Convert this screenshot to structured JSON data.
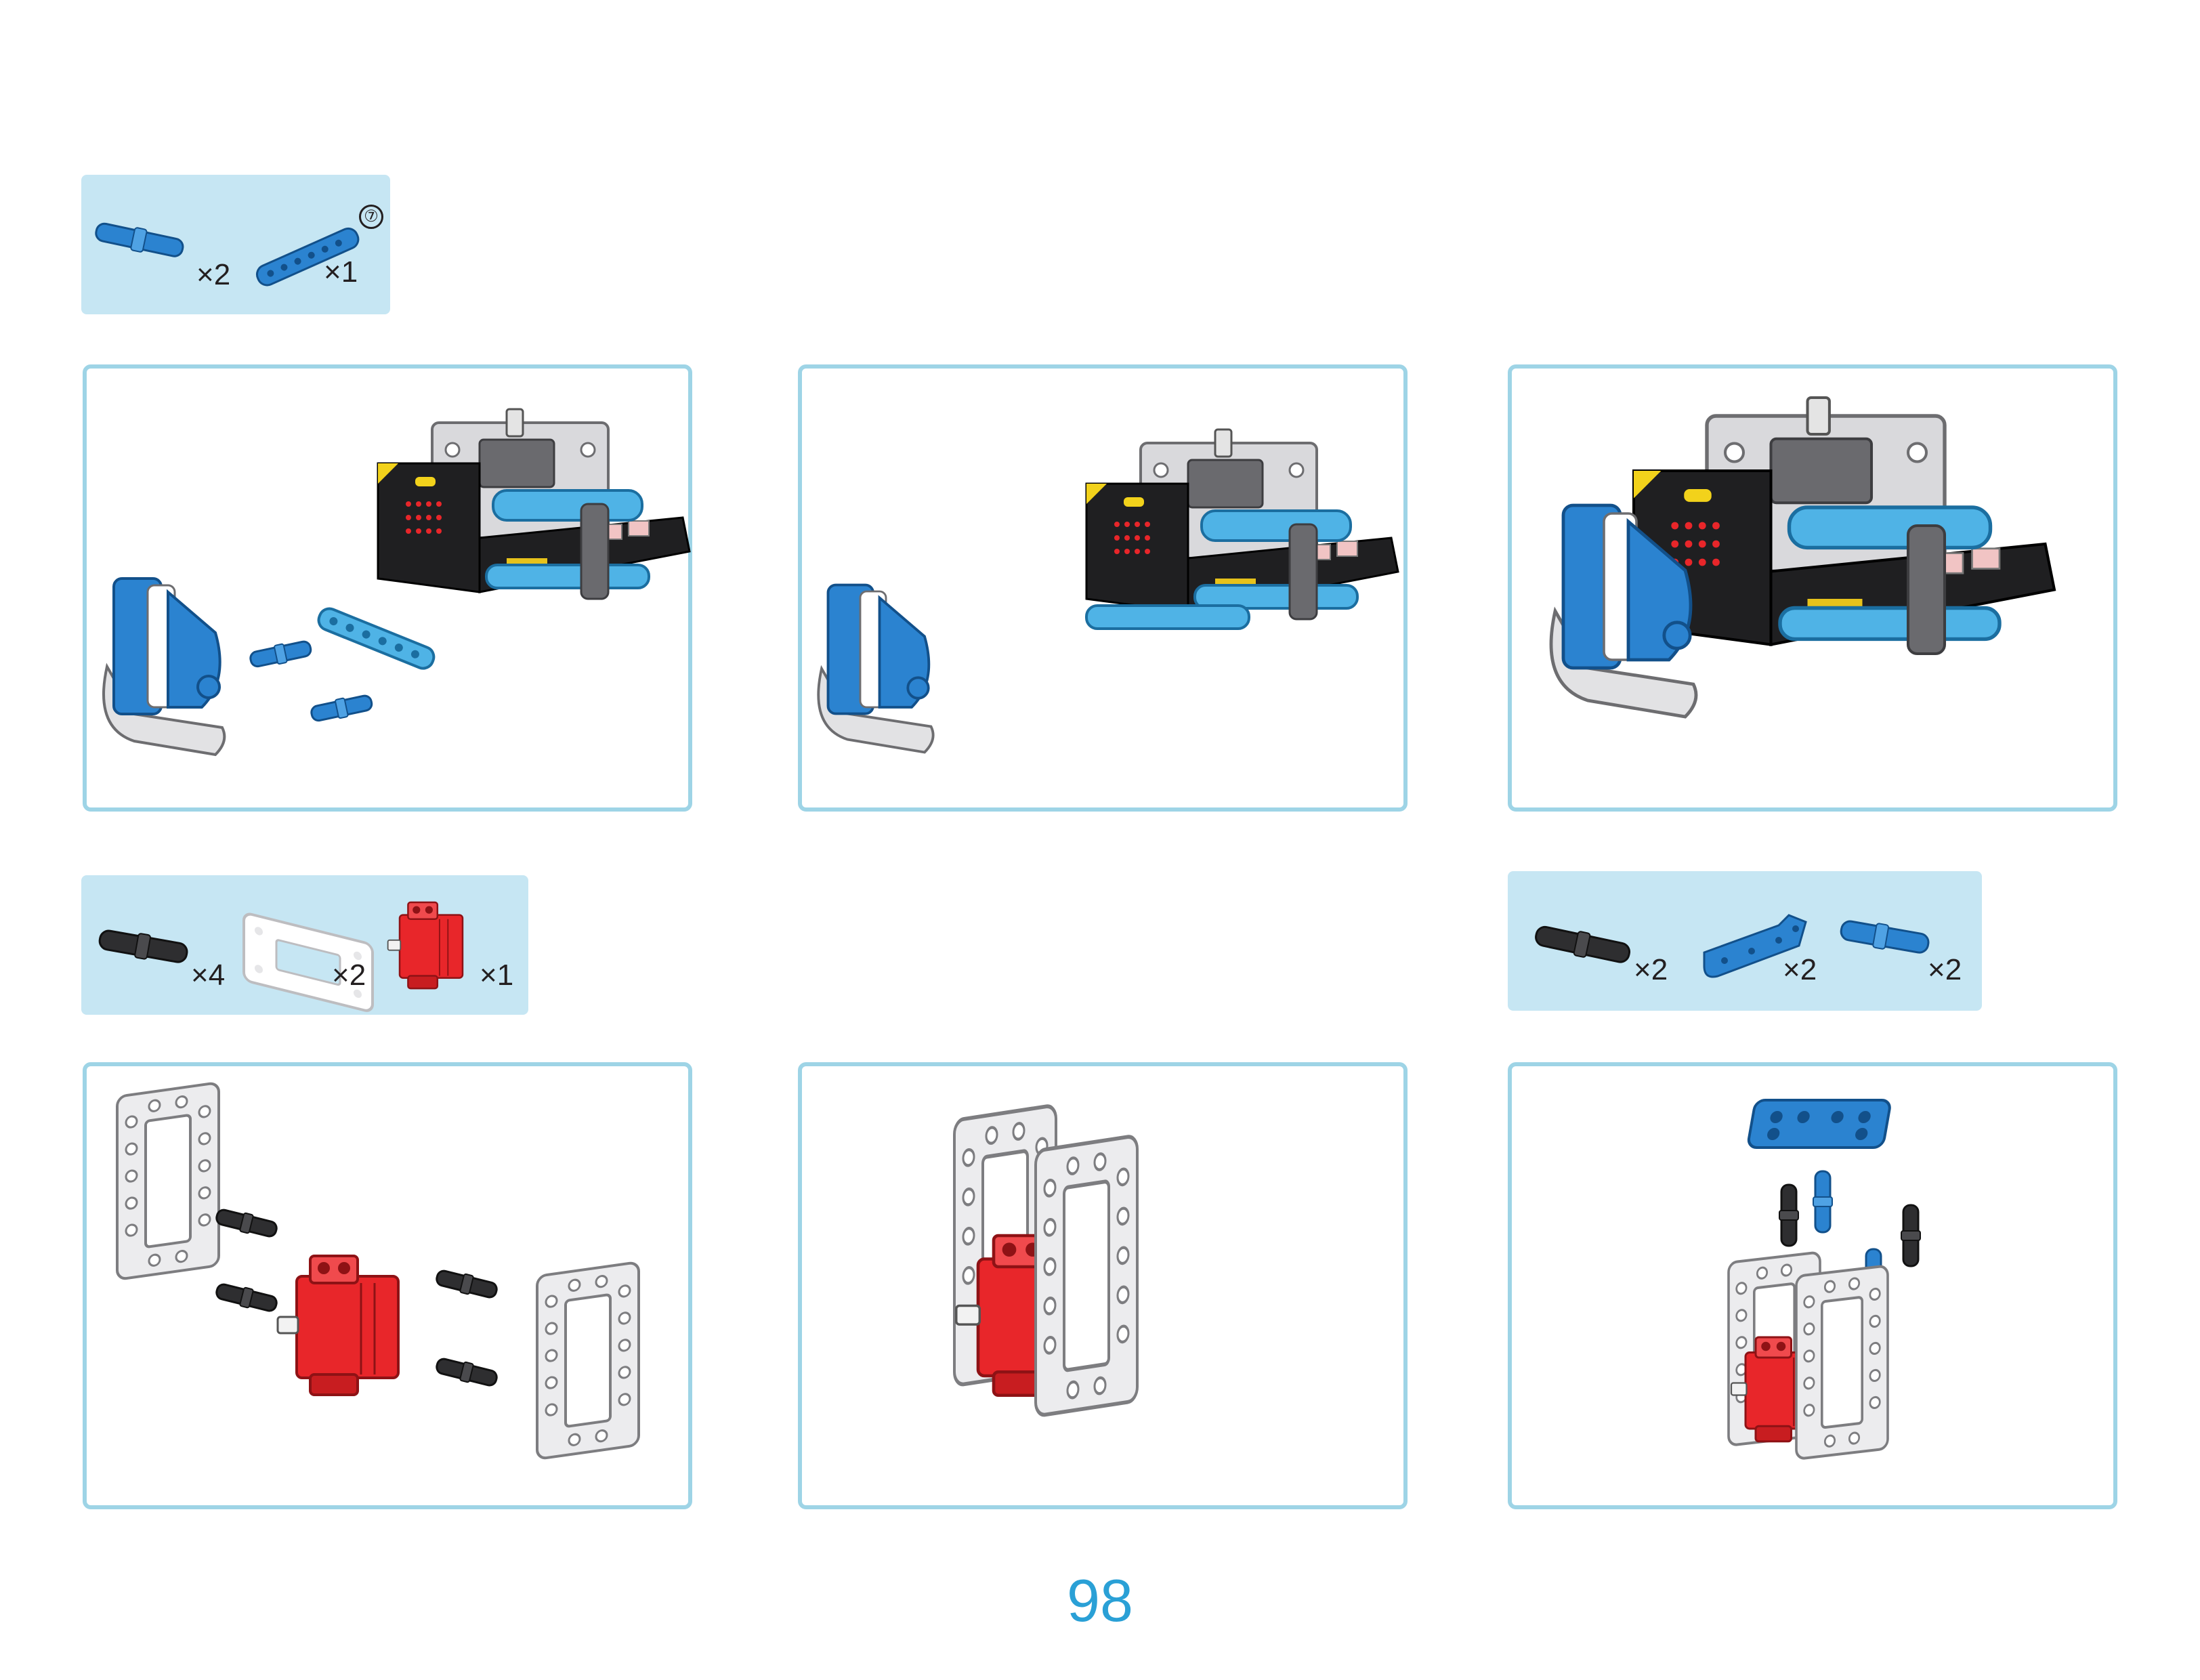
{
  "parts_lists": [
    {
      "items": [
        {
          "icon": "blue-pin-icon",
          "quantity": "×2"
        },
        {
          "icon": "blue-beam-icon",
          "quantity": "×1",
          "length_mark": "⑦"
        }
      ]
    },
    {
      "items": [
        {
          "icon": "black-pin-icon",
          "quantity": "×4"
        },
        {
          "icon": "white-frame-icon",
          "quantity": "×2"
        },
        {
          "icon": "red-servo-icon",
          "quantity": "×1"
        }
      ]
    },
    {
      "items": [
        {
          "icon": "black-pin-icon",
          "quantity": "×2"
        },
        {
          "icon": "blue-l-beam-icon",
          "quantity": "×2"
        },
        {
          "icon": "blue-axle-pin-icon",
          "quantity": "×2"
        }
      ]
    }
  ],
  "steps": [
    {
      "illustration": "robot-body-exploded-with-claw-icon"
    },
    {
      "illustration": "robot-body-with-beam-attached-icon"
    },
    {
      "illustration": "robot-body-with-claw-assembled-icon"
    },
    {
      "illustration": "servo-frames-exploded-icon"
    },
    {
      "illustration": "servo-in-frames-icon"
    },
    {
      "illustration": "servo-frames-with-top-connector-icon"
    }
  ],
  "page_number": "98",
  "colors": {
    "accent": "#2aa0d6",
    "frame_border": "#9ed4e6",
    "parts_background": "#c6e6f3",
    "blue_part": "#2b83d0",
    "red_part": "#e8262a",
    "gray_part": "#d6d6d8"
  }
}
